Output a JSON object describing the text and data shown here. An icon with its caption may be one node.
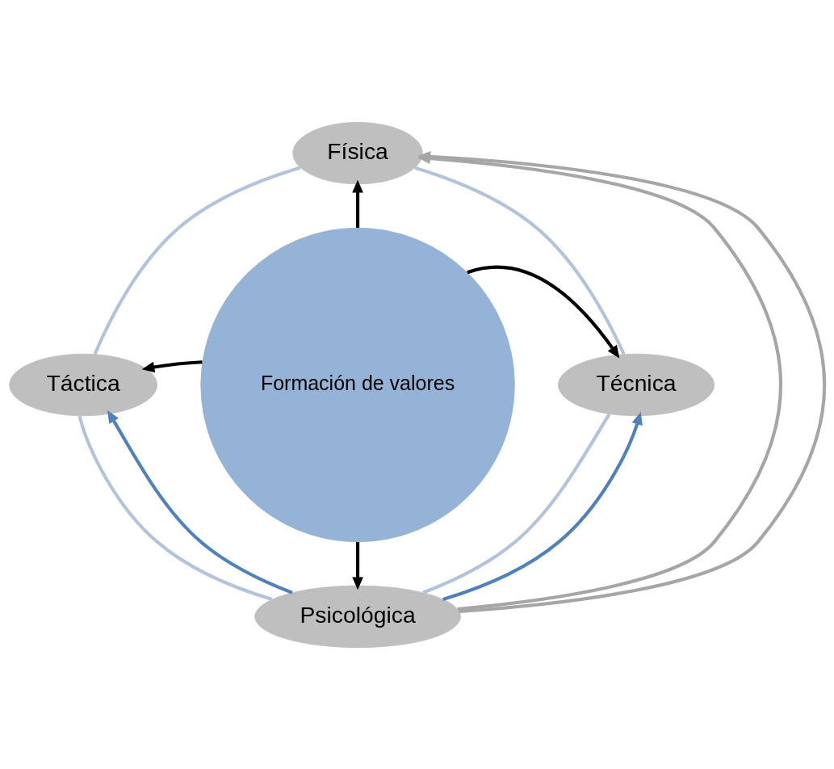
{
  "diagram": {
    "nodes": [
      {
        "text": [
          "Física"
        ]
      },
      {
        "text": [
          "Táctica"
        ]
      },
      {
        "text": [
          "Formación de valores"
        ]
      },
      {
        "text": [
          "Técnica"
        ]
      },
      {
        "text": [
          "Psicológica"
        ]
      }
    ],
    "edges": [
      {
        "from": 2,
        "to": 0,
        "arrow": "to"
      },
      {
        "from": 2,
        "to": 1,
        "arrow": "to"
      },
      {
        "from": 2,
        "to": 3,
        "arrow": "to"
      },
      {
        "from": 2,
        "to": 4,
        "arrow": "to"
      },
      {
        "from": 0,
        "to": 1,
        "arrow": "none",
        "color": "#b4c3dc"
      },
      {
        "from": 0,
        "to": 3,
        "arrow": "none",
        "color": "#b4c3dc"
      },
      {
        "from": 1,
        "to": 4,
        "arrow": "none",
        "color": "#b4c3dc"
      },
      {
        "from": 3,
        "to": 4,
        "arrow": "none",
        "color": "#b4c3dc"
      },
      {
        "from": 4,
        "to": 0,
        "arrow": "to",
        "color": "#a6a6a6"
      },
      {
        "from": 4,
        "to": 0,
        "arrow": "to",
        "color": "#a6a6a6"
      },
      {
        "from": 4,
        "to": 1,
        "arrow": "to",
        "color": "#4f81bd"
      },
      {
        "from": 4,
        "to": 3,
        "arrow": "to",
        "color": "#4f81bd"
      }
    ]
  }
}
